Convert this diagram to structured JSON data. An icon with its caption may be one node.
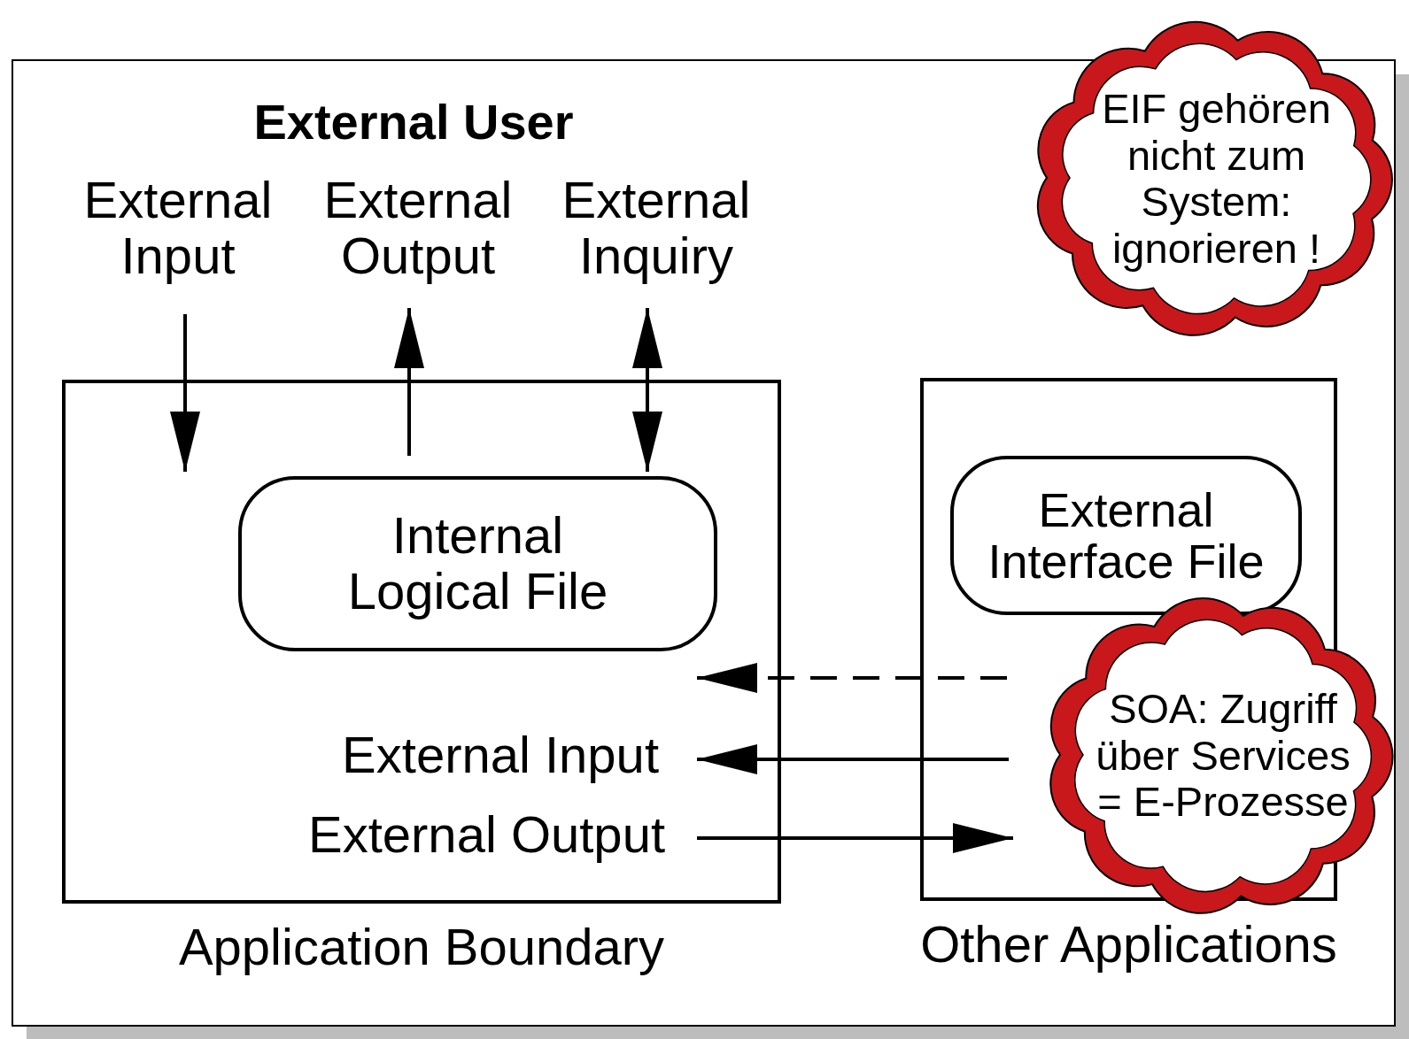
{
  "diagram": {
    "nodes": [
      {
        "text": [
          "Application Boundary"
        ]
      },
      {
        "text": [
          "Internal Logical File"
        ],
        "in": 0
      },
      {
        "text": [
          "Other Applications"
        ]
      },
      {
        "text": [
          "External Interface File"
        ],
        "in": 2
      },
      {
        "text": [
          "EIF gehören nicht zum System: ignorieren !"
        ]
      },
      {
        "text": [
          "SOA: Zugriff über Services = E-Prozesse"
        ]
      },
      {
        "text": [
          "External Input"
        ]
      },
      {
        "text": [
          "External Output"
        ]
      },
      {
        "text": [
          "External Inquiry"
        ]
      },
      {
        "text": [
          "External Input"
        ],
        "in": 0
      },
      {
        "text": [
          "External Output"
        ],
        "in": 0
      }
    ],
    "edges": [
      {
        "from": 6,
        "to": null,
        "arrow": "to"
      },
      {
        "from": null,
        "to": 7,
        "arrow": "to"
      },
      {
        "from": 8,
        "to": 1,
        "arrow": "both"
      },
      {
        "from": 5,
        "to": 1,
        "arrow": "to",
        "style": "dashed"
      },
      {
        "from": 5,
        "to": 9,
        "arrow": "to"
      },
      {
        "from": 10,
        "to": 5,
        "arrow": "to"
      }
    ],
    "labels": [
      "External User"
    ]
  }
}
